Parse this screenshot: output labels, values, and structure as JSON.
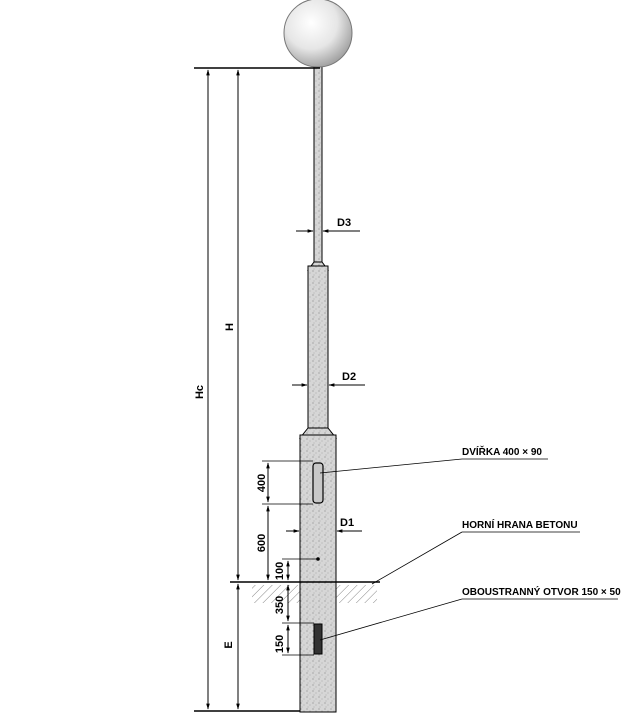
{
  "labels": {
    "hc": "Hc",
    "h": "H",
    "e": "E",
    "d1": "D1",
    "d2": "D2",
    "d3": "D3",
    "dim_400": "400",
    "dim_600": "600",
    "dim_100": "100",
    "dim_350": "350",
    "dim_150": "150"
  },
  "callouts": {
    "door": "DVÍŘKA 400 × 90",
    "concrete_edge": "HORNÍ HRANA BETONU",
    "opening": "OBOUSTRANNÝ OTVOR 150 × 50"
  },
  "colors": {
    "line": "#000000",
    "pole_fill": "#d9d9d9",
    "globe_light": "#ffffff",
    "globe_dark": "#9a9a9a"
  }
}
